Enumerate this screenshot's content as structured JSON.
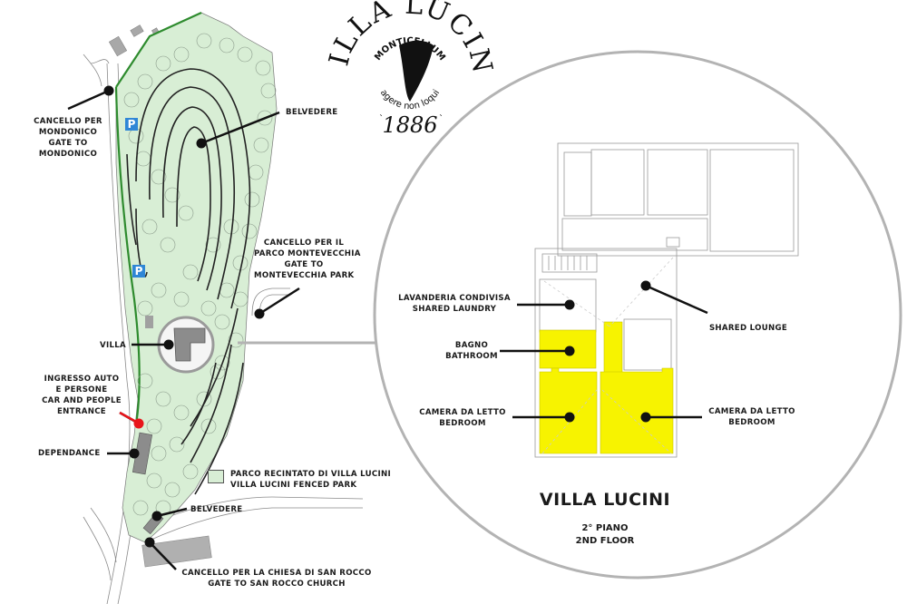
{
  "logo": {
    "name": "VILLA LUCINI",
    "motto_top": "MONTICELLUM",
    "motto_bottom": "agere non loqui",
    "year": "1886"
  },
  "site_map": {
    "labels": {
      "gate_mondonico": [
        "CANCELLO PER",
        "MONDONICO",
        "GATE TO",
        "MONDONICO"
      ],
      "belvedere_top": [
        "BELVEDERE"
      ],
      "gate_montevecchia": [
        "CANCELLO PER IL",
        "PARCO MONTEVECCHIA",
        "GATE TO",
        "MONTEVECCHIA PARK"
      ],
      "villa": [
        "VILLA"
      ],
      "entrance": [
        "INGRESSO AUTO",
        "E PERSONE",
        "CAR AND PEOPLE",
        "ENTRANCE"
      ],
      "dependance": [
        "DEPENDANCE"
      ],
      "belvedere_bottom": [
        "BELVEDERE"
      ],
      "gate_san_rocco": [
        "CANCELLO PER LA CHIESA DI SAN ROCCO",
        "GATE TO SAN ROCCO CHURCH"
      ]
    },
    "parking_icon_label": "P",
    "legend": [
      "PARCO RECINTATO DI VILLA LUCINI",
      "VILLA LUCINI FENCED PARK"
    ]
  },
  "floor_plan": {
    "labels": {
      "laundry": [
        "LAVANDERIA CONDIVISA",
        "SHARED LAUNDRY"
      ],
      "bathroom": [
        "BAGNO",
        "BATHROOM"
      ],
      "bedroom_left": [
        "CAMERA DA LETTO",
        "BEDROOM"
      ],
      "shared_lounge": [
        "SHARED LOUNGE"
      ],
      "bedroom_right": [
        "CAMERA DA LETTO",
        "BEDROOM"
      ]
    },
    "title": "VILLA LUCINI",
    "floor_it": "2° PIANO",
    "floor_en": "2ND FLOOR"
  },
  "colors": {
    "park_fill": "#d8eed5",
    "fence_green": "#2e8b2e",
    "highlight_yellow": "#f7f300",
    "entrance_red": "#e8151b",
    "parking_blue": "#2f86d6",
    "circle_gray": "#b3b3b3"
  }
}
